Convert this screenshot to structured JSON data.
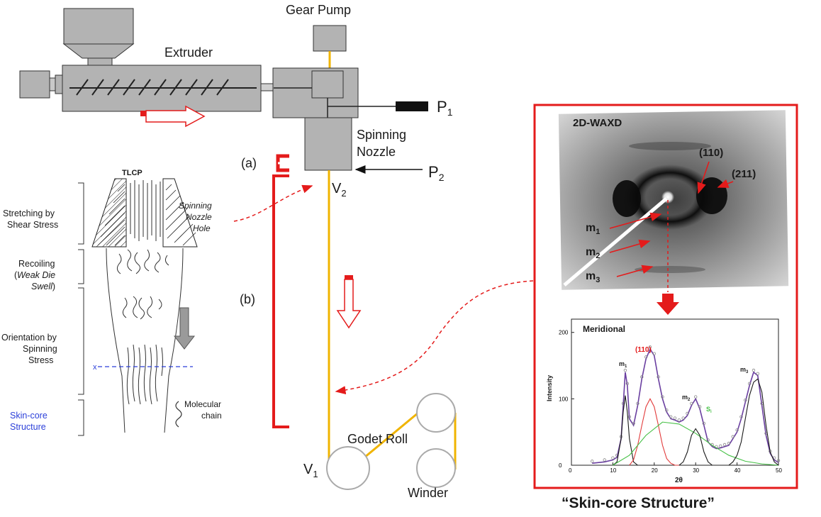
{
  "process": {
    "extruder": "Extruder",
    "gear_pump": "Gear Pump",
    "p1": "P",
    "p1_sub": "1",
    "p2": "P",
    "p2_sub": "2",
    "nozzle_line1": "Spinning",
    "nozzle_line2": "Nozzle",
    "label_a": "(a)",
    "label_b": "(b)",
    "v2": "V",
    "v2_sub": "2",
    "v1": "V",
    "v1_sub": "1",
    "godet_roll": "Godet Roll",
    "winder": "Winder"
  },
  "tlcp": {
    "title": "TLCP",
    "stretching_line1": "Stretching by",
    "stretching_line2": "Shear Stress",
    "nozzle_hole_line1": "Spinning",
    "nozzle_hole_line2": "Nozzle",
    "nozzle_hole_line3": "Hole",
    "recoiling_line1": "Recoiling",
    "recoiling_line2_pre": "(",
    "recoiling_line2_it": "Weak Die",
    "recoiling_line3_it": "Swell",
    "recoiling_line3_post": ")",
    "orientation_line1": "Orientation by",
    "orientation_line2": "Spinning",
    "orientation_line3": "Stress",
    "skin_core_line1": "Skin-core",
    "skin_core_line2": "Structure",
    "molecular_line1": "Molecular",
    "molecular_line2": "chain",
    "cross_mark": "x"
  },
  "waxd": {
    "title": "2D-WAXD",
    "peak_110": "(110)",
    "peak_211": "(211)",
    "m1": "m",
    "m1_sub": "1",
    "m2": "m",
    "m2_sub": "2",
    "m3": "m",
    "m3_sub": "3"
  },
  "meridional_chart": {
    "title": "Meridional",
    "xlabel": "2θ",
    "ylabel": "Intensity",
    "peak_label_110": "(110)",
    "peak_label_m1": "m",
    "peak_label_m1_sub": "1",
    "peak_label_m2": "m",
    "peak_label_m2_sub": "2",
    "peak_label_m3": "m",
    "peak_label_m3_sub": "3",
    "peak_label_s": "S",
    "peak_label_s_sub": "i"
  },
  "chart_data": {
    "type": "line",
    "title": "Meridional",
    "xlabel": "2θ",
    "ylabel": "Intensity",
    "xlim": [
      0,
      50
    ],
    "ylim": [
      0,
      220
    ],
    "xticks": [
      "0",
      "10",
      "20",
      "30",
      "40",
      "50"
    ],
    "yticks": [
      "0",
      "100",
      "200"
    ],
    "series": [
      {
        "name": "",
        "color": "#6a3fa0",
        "x": [
          5,
          8,
          10,
          11,
          12,
          12.5,
          13,
          13.5,
          14,
          15,
          16,
          17,
          18,
          19,
          20,
          21,
          22,
          23,
          24,
          25,
          26,
          27,
          28,
          29,
          30,
          31,
          32,
          33,
          34,
          35,
          36,
          37,
          38,
          39,
          40,
          41,
          42,
          43,
          44,
          45,
          46,
          47,
          48,
          49,
          50
        ],
        "y": [
          3,
          5,
          8,
          12,
          40,
          90,
          140,
          120,
          70,
          60,
          90,
          130,
          160,
          175,
          165,
          130,
          100,
          80,
          70,
          68,
          65,
          68,
          75,
          90,
          100,
          85,
          60,
          35,
          28,
          25,
          26,
          28,
          30,
          40,
          50,
          70,
          95,
          120,
          140,
          135,
          90,
          45,
          18,
          8,
          4
        ]
      },
      {
        "name": "",
        "color": "#1a1a1a",
        "x": [
          10,
          11,
          12,
          12.5,
          13,
          13.5,
          14,
          15,
          16
        ],
        "y": [
          0,
          5,
          40,
          80,
          105,
          80,
          40,
          5,
          0
        ]
      },
      {
        "name": "",
        "color": "#e23b3b",
        "x": [
          14,
          15,
          16,
          17,
          18,
          19,
          20,
          21,
          22,
          23,
          24,
          25,
          26
        ],
        "y": [
          0,
          8,
          30,
          60,
          88,
          100,
          88,
          60,
          30,
          10,
          3,
          0,
          0
        ]
      },
      {
        "name": "",
        "color": "#45c045",
        "x": [
          10,
          14,
          18,
          22,
          26,
          30,
          34,
          38,
          42,
          46,
          50
        ],
        "y": [
          0,
          15,
          45,
          65,
          62,
          48,
          30,
          15,
          6,
          2,
          0
        ]
      },
      {
        "name": "",
        "color": "#1a1a1a",
        "x": [
          26,
          27,
          28,
          29,
          30,
          31,
          32,
          33,
          34
        ],
        "y": [
          0,
          5,
          20,
          45,
          55,
          45,
          20,
          5,
          0
        ]
      },
      {
        "name": "",
        "color": "#1a1a1a",
        "x": [
          38,
          39,
          40,
          41,
          42,
          43,
          44,
          45,
          46,
          47,
          48,
          49,
          50
        ],
        "y": [
          0,
          5,
          15,
          35,
          70,
          105,
          125,
          130,
          110,
          60,
          20,
          5,
          0
        ]
      }
    ],
    "grid": false
  }
}
